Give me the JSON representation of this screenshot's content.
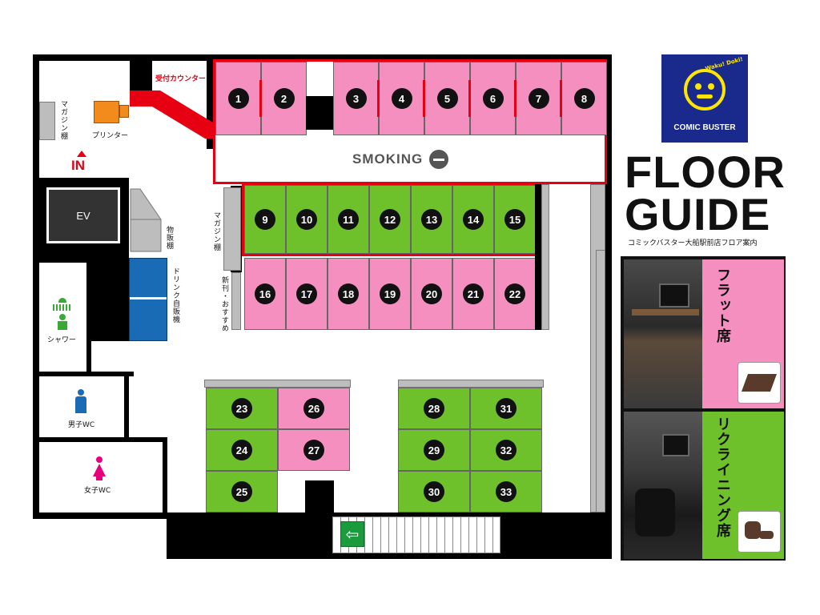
{
  "brand": {
    "name": "COMIC BUSTER",
    "logo_text": "Waku! Doki!"
  },
  "title": {
    "line1": "FLOOR",
    "line2": "GUIDE",
    "subtitle": "コミックバスター大船駅前店フロア案内"
  },
  "legend": {
    "flat": "フラット席",
    "recline": "リクライニング席"
  },
  "labels": {
    "counter": "受付カウンター",
    "printer": "プリンター",
    "magazine_rack": "マガジン棚",
    "in": "IN",
    "ev": "EV",
    "goods_vending": "物販棚",
    "drink_vending": "ドリンク自販機",
    "shower": "シャワー",
    "men_wc": "男子WC",
    "women_wc": "女子WC",
    "smoking": "SMOKING",
    "new_recommend": "新刊・おすすめ",
    "magazine_rack2": "マガジン棚"
  },
  "colors": {
    "flat": "#f48fc0",
    "recline": "#6fc12b",
    "counter": "#e60012",
    "brand_bg": "#1a2a8c",
    "logo_yellow": "#ffe600"
  },
  "seats_row1": [
    "1",
    "2",
    "3",
    "4",
    "5",
    "6",
    "7",
    "8"
  ],
  "seats_row2": [
    "9",
    "10",
    "11",
    "12",
    "13",
    "14",
    "15"
  ],
  "seats_row3": [
    "16",
    "17",
    "18",
    "19",
    "20",
    "21",
    "22"
  ],
  "seats_block": [
    "23",
    "24",
    "25",
    "26",
    "27",
    "28",
    "29",
    "30",
    "31",
    "32",
    "33"
  ]
}
